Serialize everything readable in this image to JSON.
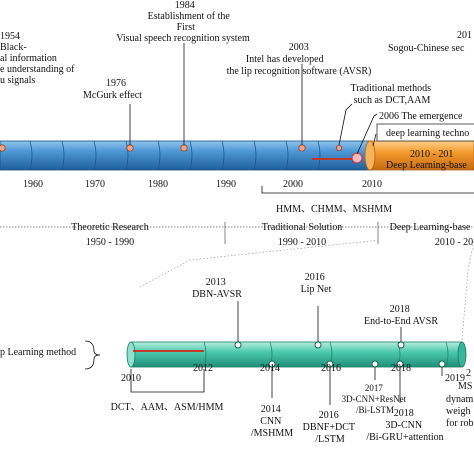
{
  "top_timeline": {
    "ticks": [
      "1960",
      "1970",
      "1980",
      "1990",
      "2000",
      "2010"
    ],
    "events": [
      {
        "lines": [
          "1954",
          "Black-",
          "al information",
          "e understanding of",
          "u signals"
        ]
      },
      {
        "lines": [
          "1976",
          "McGurk effect"
        ]
      },
      {
        "lines": [
          "1984",
          "Establishment of the",
          "First",
          "Visual speech recognition system"
        ]
      },
      {
        "lines": [
          "2003",
          "Intel has developed",
          "the lip recognition software (AVSR)"
        ]
      },
      {
        "lines": [
          "Traditional methods",
          "such as DCT,AAM"
        ]
      },
      {
        "lines": [
          "2006 The emergence"
        ]
      },
      {
        "lines": [
          "Sogou-Chinese sec"
        ]
      },
      {
        "lines": [
          "201"
        ]
      }
    ],
    "deep_box_label": "deep learning techno",
    "segment_range": "2010 - 201",
    "segment_label": "Deep Learning-base"
  },
  "hmm_label": "HMM、CHMM、MSHMM",
  "phases": [
    {
      "name": "Theoretic Research",
      "years": "1950 - 1990"
    },
    {
      "name": "Traditional Solution",
      "years": "1990 - 2010"
    },
    {
      "name": "Deep Learning-base",
      "years": "2010 - 20"
    }
  ],
  "bottom_timeline": {
    "side_label": "p Learning method",
    "ticks": [
      "2010",
      "2012",
      "2014",
      "2016",
      "2018",
      "2019"
    ],
    "traditional_label": "DCT、AAM、ASM/HMM",
    "events": [
      {
        "lines": [
          "2013",
          "DBN-AVSR"
        ]
      },
      {
        "lines": [
          "2016",
          "Lip Net"
        ]
      },
      {
        "lines": [
          "2018",
          "End-to-End AVSR"
        ]
      },
      {
        "lines": [
          "2014",
          "CNN",
          "/MSHMM"
        ]
      },
      {
        "lines": [
          "2016",
          "DBNF+DCT",
          "/LSTM"
        ]
      },
      {
        "lines": [
          "2017",
          "3D-CNN+ResNet",
          "/Bi-LSTM"
        ]
      },
      {
        "lines": [
          "2018",
          "3D-CNN",
          "/Bi-GRU+attention"
        ]
      },
      {
        "lines": [
          "2",
          "MS",
          "dynam",
          "weigh",
          "for rob"
        ]
      }
    ]
  },
  "colors": {
    "blue_tube": "#3b82c4",
    "blue_highlight": "#a9d2f2",
    "orange_tube": "#f39a2e",
    "teal_tube": "#3bbfa6",
    "teal_highlight": "#b8eee0",
    "marker_fill": "#f0a58a",
    "red_line": "#c0392b"
  }
}
